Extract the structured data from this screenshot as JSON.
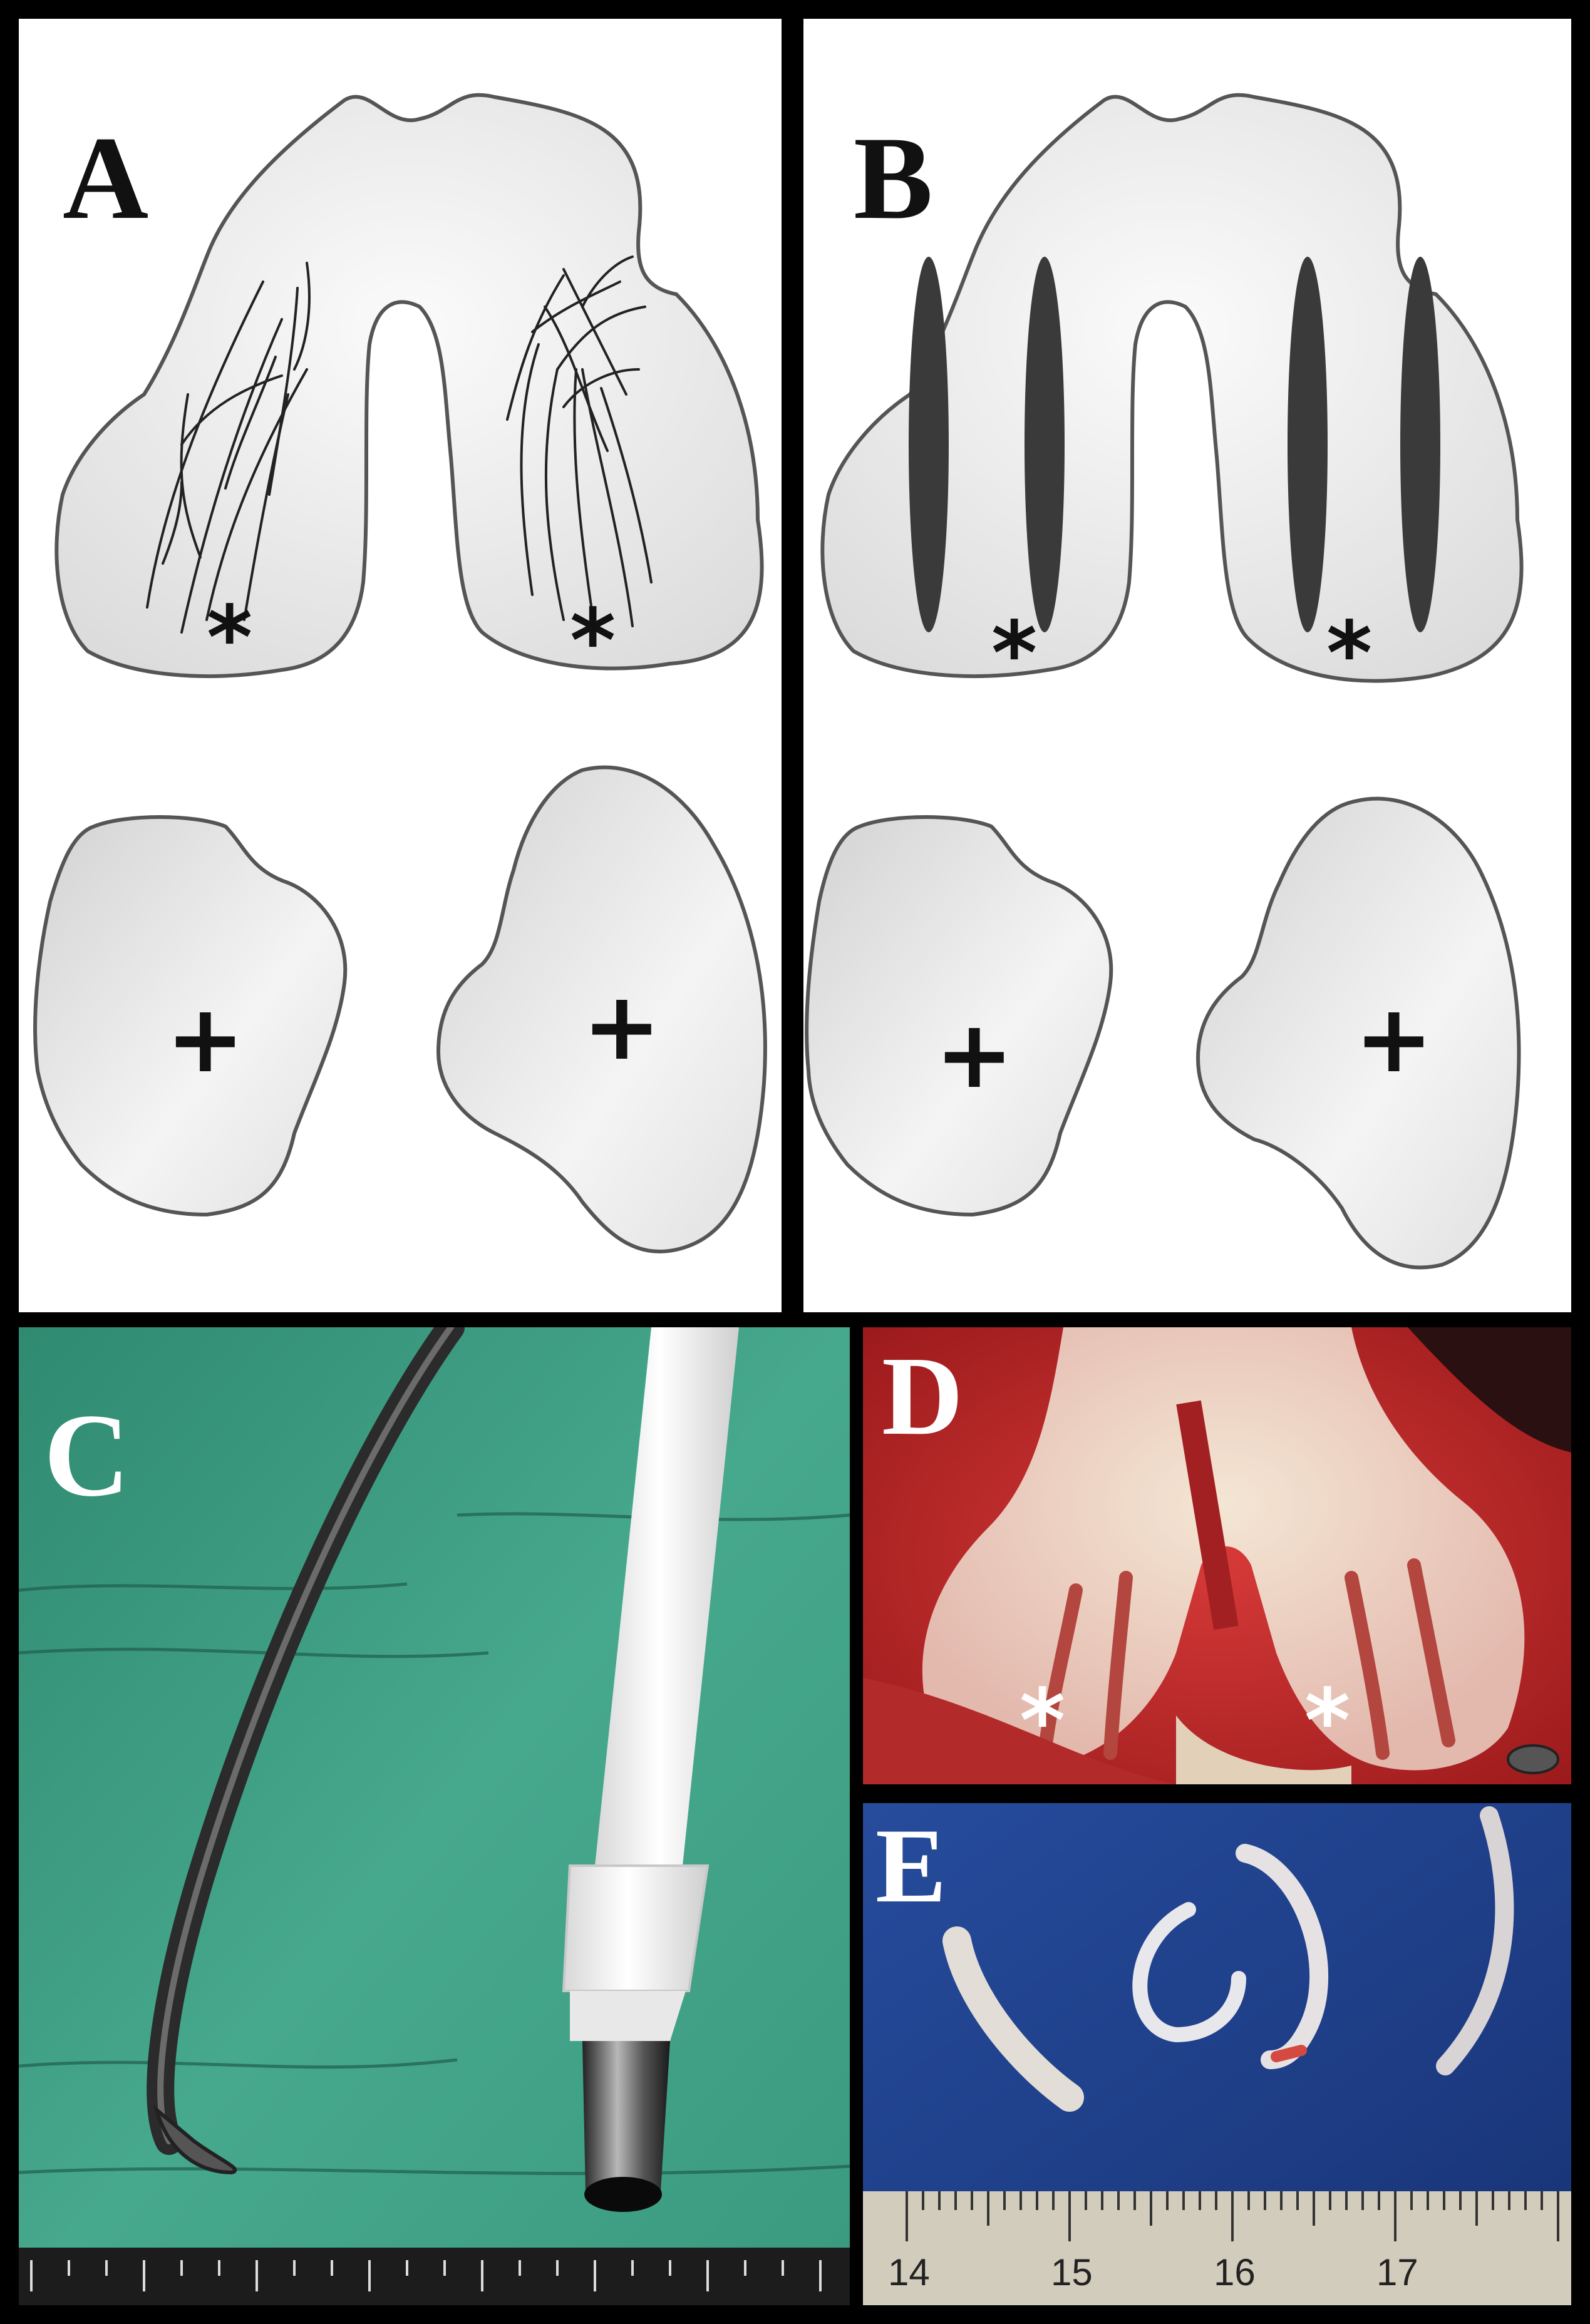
{
  "panels": {
    "a": {
      "label": "A",
      "condyle_marks": [
        "*",
        "*"
      ],
      "plateau_marks": [
        "+",
        "+"
      ]
    },
    "b": {
      "label": "B",
      "condyle_marks": [
        "*",
        "*"
      ],
      "plateau_marks": [
        "+",
        "+"
      ]
    },
    "c": {
      "label": "C"
    },
    "d": {
      "label": "D",
      "condyle_marks": [
        "*",
        "*"
      ]
    },
    "e": {
      "label": "E",
      "ruler_ticks": [
        "14",
        "15",
        "16",
        "17"
      ]
    }
  },
  "colors": {
    "border": "#000000",
    "drawing_fill": "#f0f0f0",
    "outline": "#555555",
    "defect": "#3a3a3a",
    "drape_green": "#3d9c83",
    "tissue_red": "#c8282a",
    "background_blue": "#1e3f8c"
  }
}
